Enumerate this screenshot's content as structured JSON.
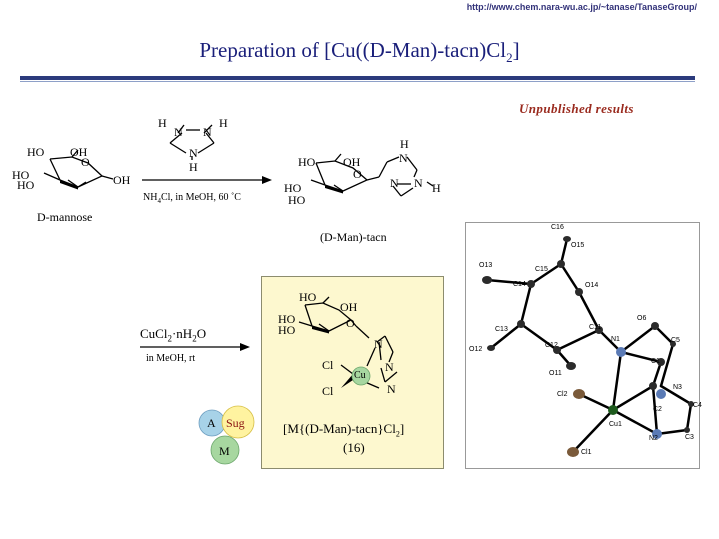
{
  "header": {
    "url": "http://www.chem.nara-wu.ac.jp/~tanase/TanaseGroup/",
    "title_main": "Preparation of [Cu((D-Man)-tacn)Cl",
    "title_sub": "2",
    "title_end": "]"
  },
  "badge": {
    "unpublished": "Unpublished results"
  },
  "reaction1": {
    "reagent_main": "NH",
    "reagent_sub": "4",
    "reagent_rest": "Cl, in MeOH, 60 ˚C",
    "start_label": "D-mannose",
    "product_label": "(D-Man)-tacn"
  },
  "reaction2": {
    "reagent_main": "CuCl",
    "reagent_sub1": "2",
    "reagent_mid": "·nH",
    "reagent_sub2": "2",
    "reagent_end": "O",
    "conditions": "in MeOH, rt"
  },
  "product": {
    "name_main": "[M{(D-Man)-tacn}Cl",
    "name_sub": "2",
    "name_end": "]",
    "number": "(16)"
  },
  "legend": {
    "a": "A",
    "sug": "Sug",
    "m": "M"
  },
  "atoms": {
    "ho": "HO",
    "oh": "OH",
    "o": "O",
    "h": "H",
    "n": "N",
    "cl": "Cl",
    "cu": "Cu"
  },
  "crystal_labels": [
    "C16",
    "O15",
    "O13",
    "C15",
    "C14",
    "O14",
    "C13",
    "C11",
    "O6",
    "N1",
    "O12",
    "C12",
    "C1",
    "C5",
    "O11",
    "N3",
    "Cl2",
    "C2",
    "C4",
    "Cu1",
    "N2",
    "C3",
    "Cl1"
  ],
  "colors": {
    "title": "#1a1f7a",
    "rule": "#2b3a7c",
    "unpublished": "#9a2a1e",
    "box": "#fdf8cf"
  }
}
